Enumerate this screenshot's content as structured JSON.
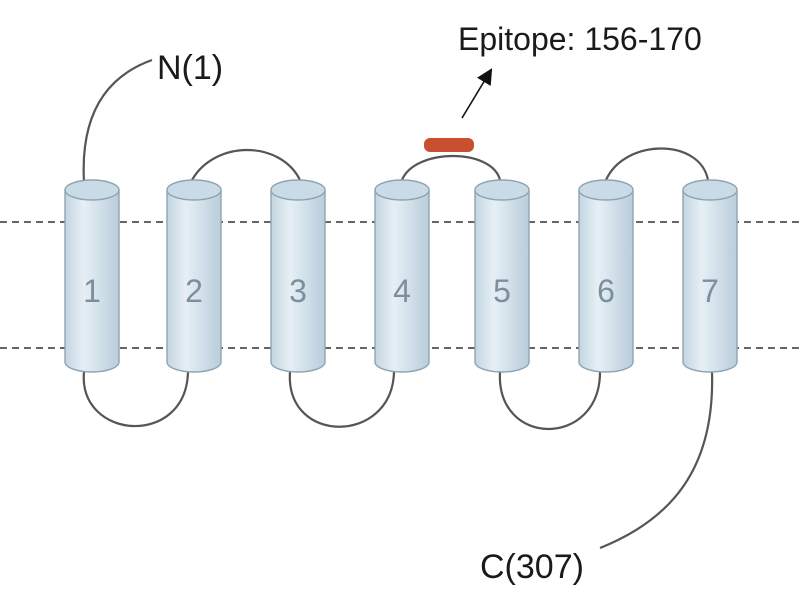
{
  "labels": {
    "n_terminus": "N(1)",
    "c_terminus": "C(307)",
    "epitope": "Epitope: 156-170"
  },
  "helices": [
    {
      "label": "1"
    },
    {
      "label": "2"
    },
    {
      "label": "3"
    },
    {
      "label": "4"
    },
    {
      "label": "5"
    },
    {
      "label": "6"
    },
    {
      "label": "7"
    }
  ],
  "colors": {
    "helix_fill": "#d8e6ee",
    "helix_top": "#c9dbe6",
    "helix_stroke": "#8fa4b2",
    "loop": "#555555",
    "membrane_line": "#333333",
    "epitope": "#c8502e",
    "label_text": "#1a1a1a",
    "helix_number": "#7d8f9c"
  }
}
